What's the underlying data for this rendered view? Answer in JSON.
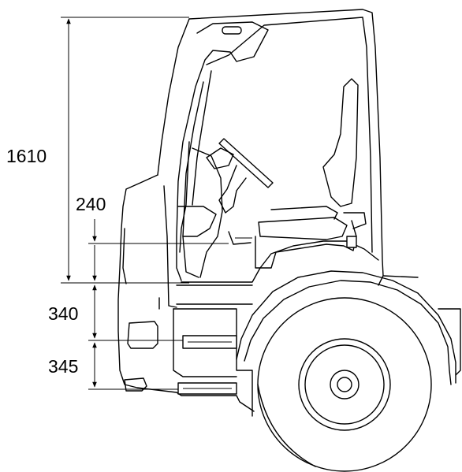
{
  "dimensions": {
    "cab_height": "1610",
    "step_1": "240",
    "step_2": "340",
    "step_3": "345"
  }
}
